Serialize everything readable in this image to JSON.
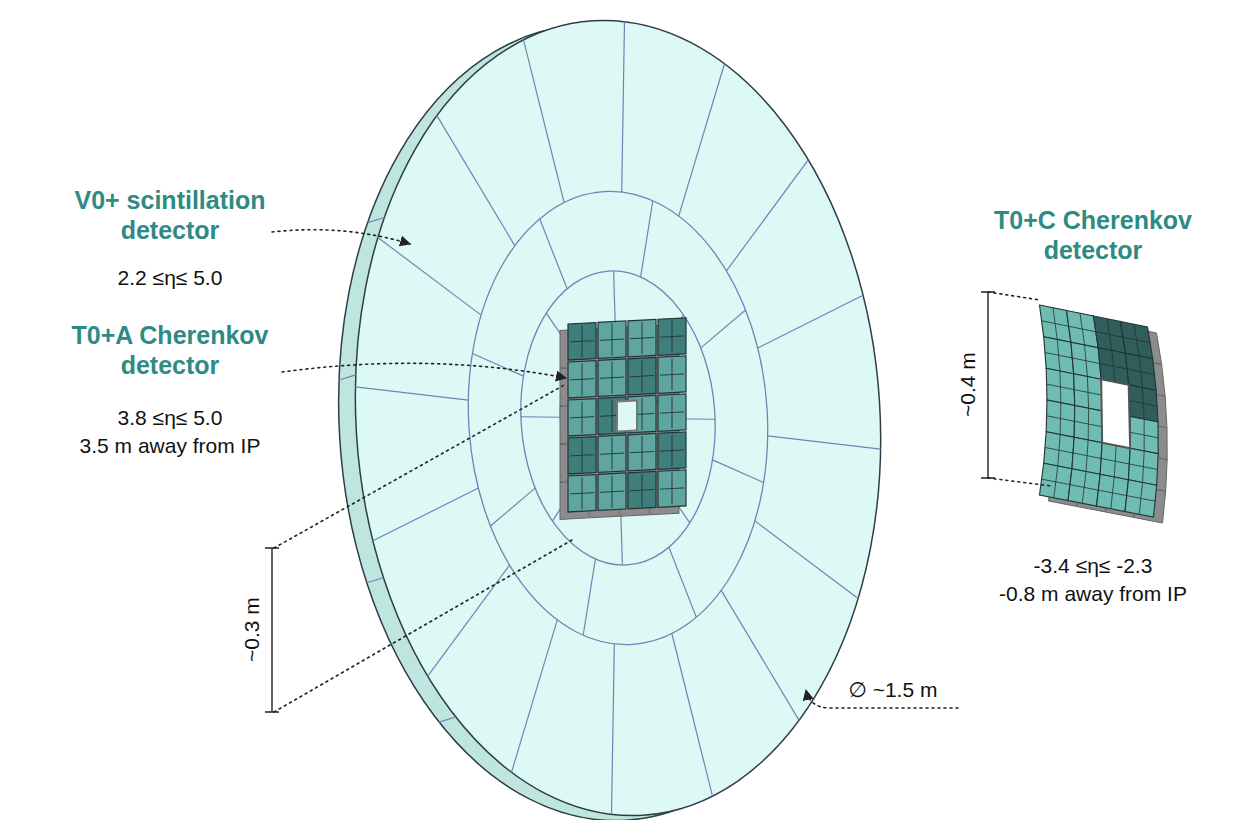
{
  "diagram": {
    "labels": [
      "V0+ scintillation detector",
      "2.2 ≤η≤ 5.0",
      "T0+A Cherenkov detector",
      "3.8 ≤η≤ 5.0",
      "3.5 m away from IP",
      "~0.3 m",
      "∅ ~1.5 m",
      "T0+C Cherenkov detector",
      "~0.4 m",
      "-3.4 ≤η≤ -2.3",
      "-0.8 m away from IP"
    ]
  }
}
